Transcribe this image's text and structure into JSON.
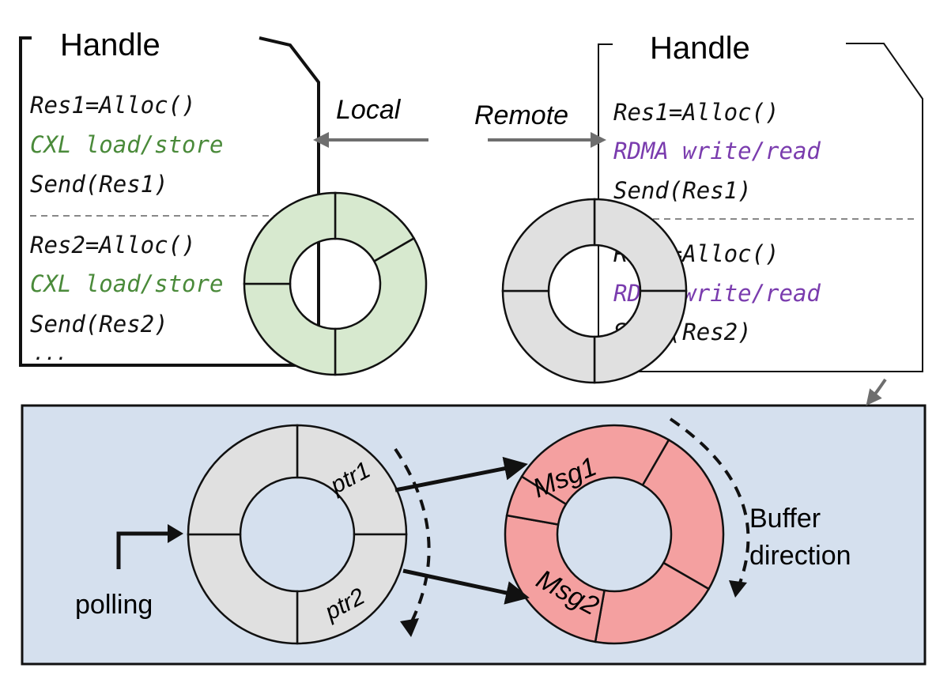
{
  "left_handle": {
    "title": "Handle",
    "lines": [
      {
        "text": "Res1=Alloc()",
        "kind": "plain"
      },
      {
        "text": "CXL load/store",
        "kind": "cxl"
      },
      {
        "text": "Send(Res1)",
        "kind": "plain"
      },
      {
        "text": "Res2=Alloc()",
        "kind": "plain"
      },
      {
        "text": "CXL load/store",
        "kind": "cxl"
      },
      {
        "text": "Send(Res2)",
        "kind": "plain"
      },
      {
        "text": "...",
        "kind": "plain"
      }
    ]
  },
  "right_handle": {
    "title": "Handle",
    "lines": [
      {
        "text": "Res1=Alloc()",
        "kind": "plain"
      },
      {
        "text": "RDMA write/read",
        "kind": "rdma"
      },
      {
        "text": "Send(Res1)",
        "kind": "plain"
      },
      {
        "text": "Res2=Alloc()",
        "kind": "plain"
      },
      {
        "text": "RDMA write/read",
        "kind": "rdma"
      },
      {
        "text": "Send(Res2)",
        "kind": "plain"
      },
      {
        "text": "...",
        "kind": "plain"
      }
    ]
  },
  "arrows": {
    "local_label": "Local",
    "remote_label": "Remote"
  },
  "bottom_panel": {
    "polling_label": "polling",
    "pointer_ring": {
      "labels": [
        "ptr1",
        "ptr2"
      ]
    },
    "message_ring": {
      "labels": [
        "Msg1",
        "Msg2"
      ]
    },
    "buffer_direction_label": [
      "Buffer",
      "direction"
    ]
  },
  "colors": {
    "cxl_text": "#4a8a3a",
    "rdma_text": "#7a3cae",
    "local_ring_fill": "#d7e9cf",
    "remote_ring_fill": "#e0e0e0",
    "pointer_ring_fill": "#e0e0e0",
    "message_ring_fill": "#f4a0a0",
    "panel_fill": "#d5e0ee",
    "arrow_gray": "#6e6e6e",
    "dashed_separator": "#888888"
  }
}
